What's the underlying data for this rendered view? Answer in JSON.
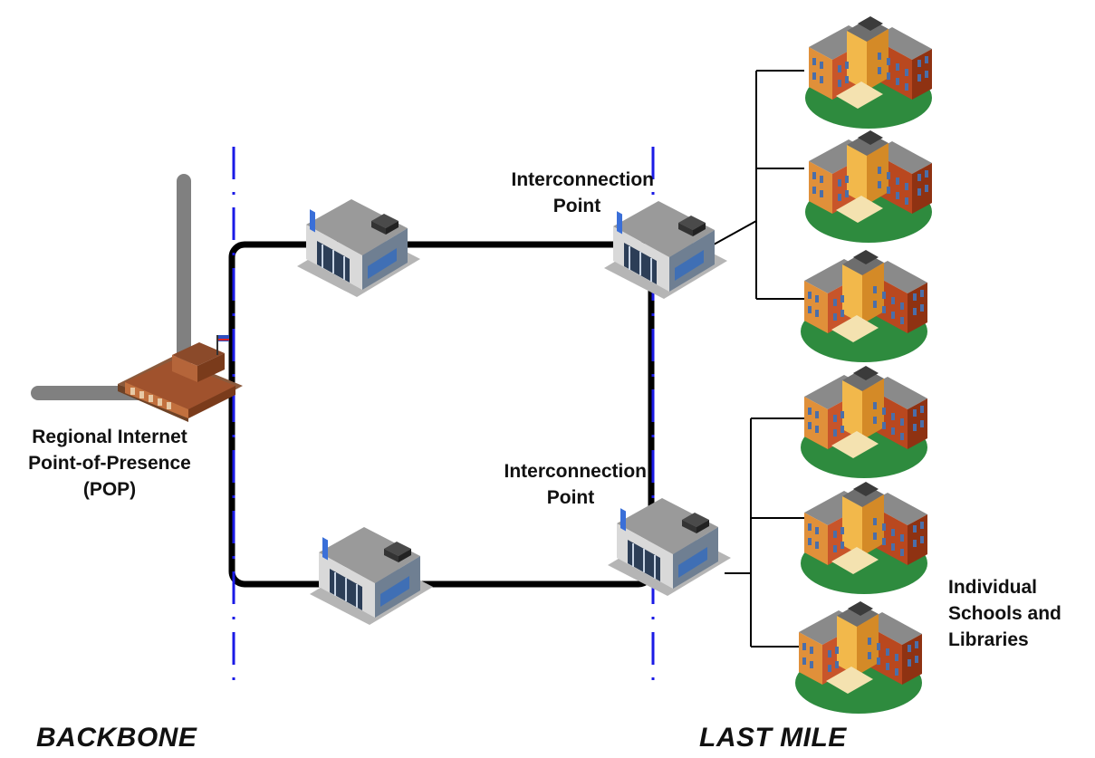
{
  "labels": {
    "pop": [
      "Regional Internet",
      "Point-of-Presence",
      "(POP)"
    ],
    "interconnection_top": [
      "Interconnection",
      "Point"
    ],
    "interconnection_bottom": [
      "Interconnection",
      "Point"
    ],
    "schools": [
      "Individual",
      "Schools and",
      "Libraries"
    ]
  },
  "sections": {
    "backbone": "BACKBONE",
    "last_mile": "LAST MILE"
  },
  "icons": {
    "pop": "courthouse-building-icon",
    "hub": "network-hub-building-icon",
    "school": "school-building-icon"
  },
  "colors": {
    "ring": "#000000",
    "divider": "#1a1ae6",
    "uplink": "#808080",
    "brick": "#a0522d",
    "school_wall": "#c8552a",
    "school_tower": "#e8a43c",
    "lawn": "#2e8b3e"
  }
}
